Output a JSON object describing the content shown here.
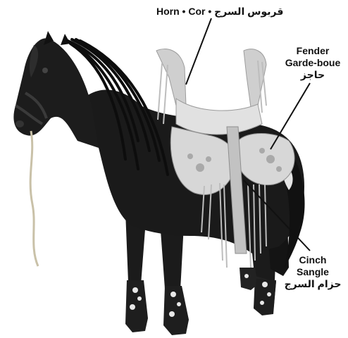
{
  "labels": {
    "horn": "Horn • Cor • قربوس السرج",
    "fender": {
      "line1": "Fender",
      "line2": "Garde-boue",
      "line3": "حاجز"
    },
    "cinch": {
      "line1": "Cinch",
      "line2": "Sangle",
      "line3": "حزام السرج"
    }
  },
  "colors": {
    "horse_body": "#1a1a1a",
    "saddle": "#d9d9d9",
    "saddle_shadow": "#a9a9a9",
    "hoof_spots": "#e8e8e8",
    "leader_lines": "#111111"
  }
}
